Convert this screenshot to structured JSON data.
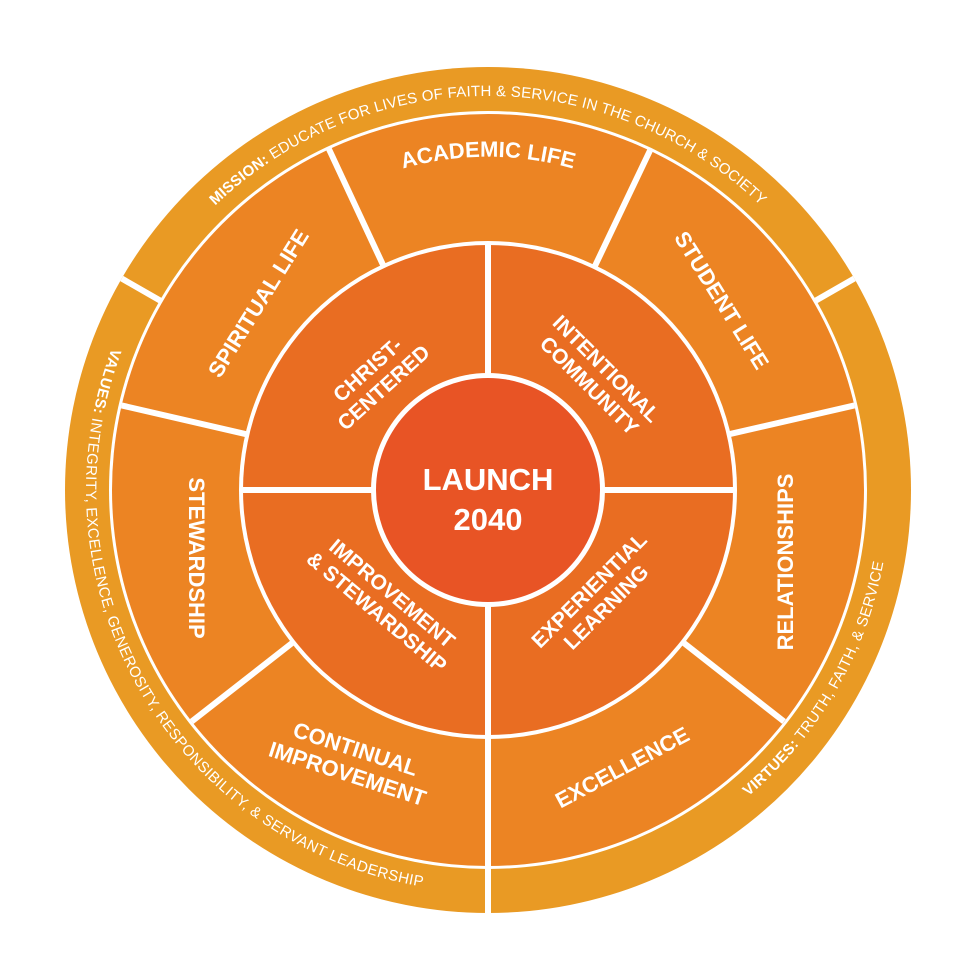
{
  "colors": {
    "outer_ring": "#E99A24",
    "middle_ring": "#EC8423",
    "inner_ring": "#E96D22",
    "center": "#E85425",
    "divider": "#FFFFFF",
    "text": "#FFFFFF"
  },
  "center": {
    "line1": "LAUNCH",
    "line2": "2040"
  },
  "inner_ring": [
    {
      "lines": [
        "CHRIST-",
        "CENTERED"
      ]
    },
    {
      "lines": [
        "INTENTIONAL",
        "COMMUNITY"
      ]
    },
    {
      "lines": [
        "EXPERIENTIAL",
        "LEARNING"
      ]
    },
    {
      "lines": [
        "IMPROVEMENT",
        "& STEWARDSHIP"
      ]
    }
  ],
  "middle_ring": [
    {
      "label": "ACADEMIC LIFE"
    },
    {
      "label": "STUDENT LIFE"
    },
    {
      "label": "RELATIONSHIPS"
    },
    {
      "label": "EXCELLENCE"
    },
    {
      "lines": [
        "CONTINUAL",
        "IMPROVEMENT"
      ]
    },
    {
      "label": "STEWARDSHIP"
    },
    {
      "label": "SPIRITUAL LIFE"
    }
  ],
  "outer_ring": {
    "mission": {
      "label": "MISSION:",
      "text": " EDUCATE FOR LIVES OF FAITH & SERVICE IN THE CHURCH & SOCIETY"
    },
    "values": {
      "label": "VALUES:",
      "text": " INTEGRITY, EXCELLENCE, GENEROSITY, RESPONSIBILITY, & SERVANT LEADERSHIP"
    },
    "virtues": {
      "label": "VIRTUES:",
      "text": " TRUTH, FAITH, & SERVICE"
    }
  }
}
